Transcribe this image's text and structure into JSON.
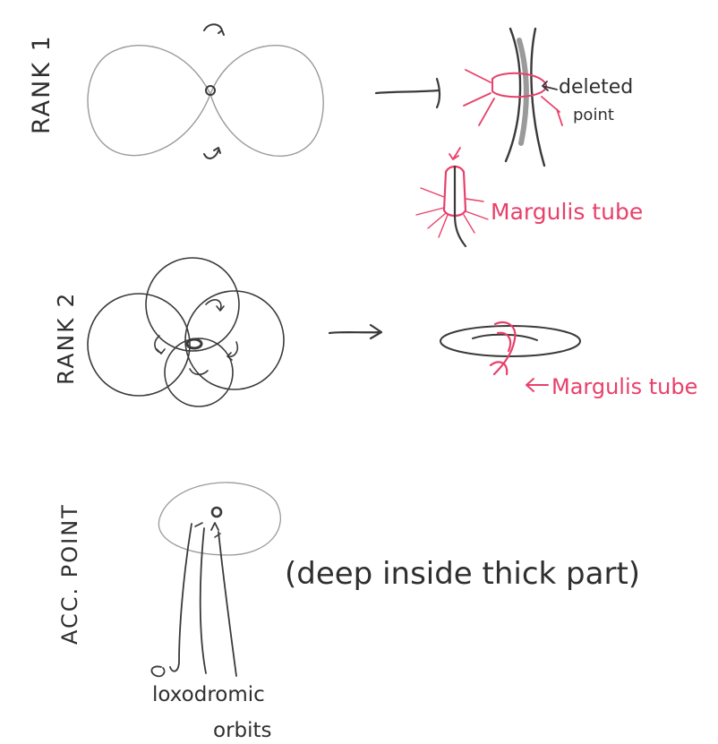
{
  "labels": {
    "rank1": "RANK 1",
    "rank2": "RANK 2",
    "acc_point": "ACC. POINT",
    "deleted_point_line1": "deleted",
    "deleted_point_line2": "point",
    "margulis_tube_1": "Margulis tube",
    "margulis_tube_2": "Margulis tube",
    "deep_inside": "(deep inside thick part)",
    "loxodromic_line1": "loxodromic",
    "loxodromic_line2": "orbits"
  },
  "colors": {
    "pencil": "#3a3a3a",
    "pencil_light": "#9a9a9a",
    "pink": "#e8406a",
    "paper": "#ffffff"
  }
}
